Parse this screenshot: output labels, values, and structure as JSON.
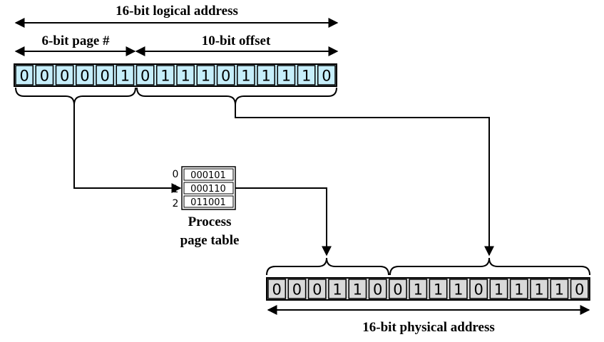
{
  "logical": {
    "title": "16-bit logical address",
    "page_label": "6-bit page #",
    "offset_label": "10-bit offset",
    "bits": [
      "0",
      "0",
      "0",
      "0",
      "0",
      "1",
      "0",
      "1",
      "1",
      "1",
      "0",
      "1",
      "1",
      "1",
      "1",
      "0"
    ],
    "fill": "#c6eefa"
  },
  "page_table": {
    "indices": [
      "0",
      "1",
      "2"
    ],
    "entries": [
      "000101",
      "000110",
      "011001"
    ],
    "caption_line1": "Process",
    "caption_line2": "page table"
  },
  "physical": {
    "title": "16-bit physical address",
    "bits": [
      "0",
      "0",
      "0",
      "1",
      "1",
      "0",
      "0",
      "1",
      "1",
      "1",
      "0",
      "1",
      "1",
      "1",
      "1",
      "0"
    ],
    "fill": "#d9d9d9"
  }
}
